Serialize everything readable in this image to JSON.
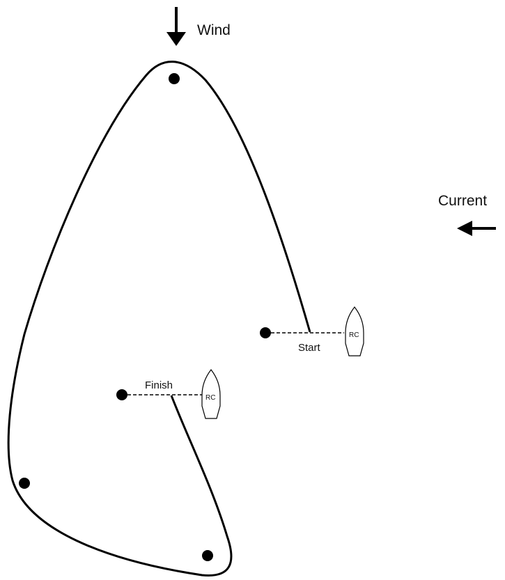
{
  "labels": {
    "wind": "Wind",
    "current": "Current",
    "start": "Start",
    "finish": "Finish",
    "committee_boat": "RC"
  },
  "icons": {
    "wind_arrow": "arrow-down-icon",
    "current_arrow": "arrow-left-icon",
    "boat": "boat-icon",
    "mark": "buoy-mark-icon"
  },
  "colors": {
    "line": "#000000",
    "background": "#ffffff"
  }
}
